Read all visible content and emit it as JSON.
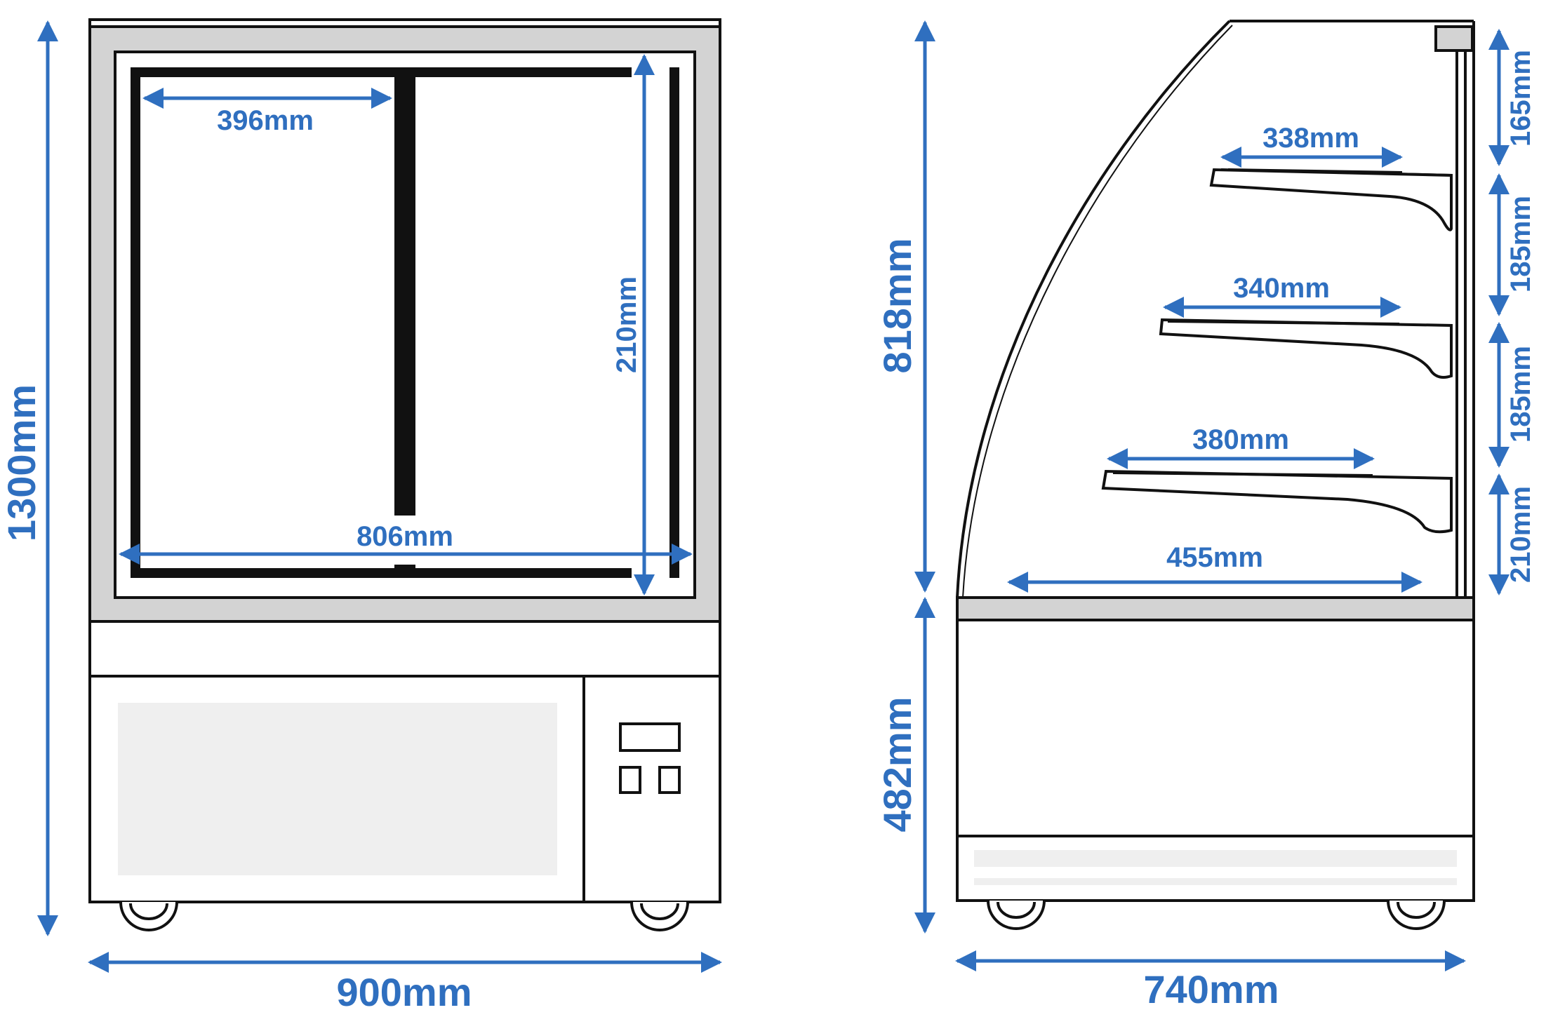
{
  "colors": {
    "dimension": "#2f6fbf",
    "outline": "#111111",
    "frame_fill": "#d3d3d3",
    "panel_fill": "#efefef"
  },
  "front_view": {
    "overall_height": "1300mm",
    "overall_width": "900mm",
    "glass_width": "806mm",
    "shelf_width": "396mm",
    "lower_height": "210mm"
  },
  "side_view": {
    "overall_depth": "740mm",
    "display_height": "818mm",
    "base_height": "482mm",
    "base_depth": "455mm",
    "shelves": [
      {
        "depth": "338mm"
      },
      {
        "depth": "340mm"
      },
      {
        "depth": "380mm"
      }
    ],
    "spacings": [
      "165mm",
      "185mm",
      "185mm",
      "210mm"
    ]
  }
}
